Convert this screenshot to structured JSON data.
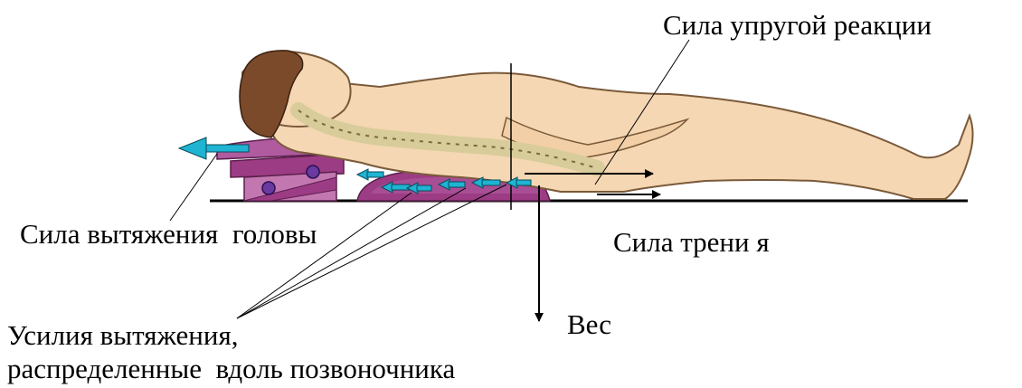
{
  "labels": {
    "elastic_reaction": "Сила упругой реакции",
    "head_traction": "Сила вытяжения  головы",
    "friction": "Сила трени я",
    "weight": "Вес",
    "spine_efforts_line1": "Усилия вытяжения,",
    "spine_efforts_line2": "распределенные  вдоль позвоночника"
  },
  "colors": {
    "skin": "#f5d7b3",
    "skin_outline": "#7a5a3a",
    "hair": "#7a4a2a",
    "device": "#9c3c84",
    "device_light": "#c277b0",
    "traction_arrow": "#1eb4d2",
    "spine": "#d8cc9a",
    "ink": "#000000"
  }
}
